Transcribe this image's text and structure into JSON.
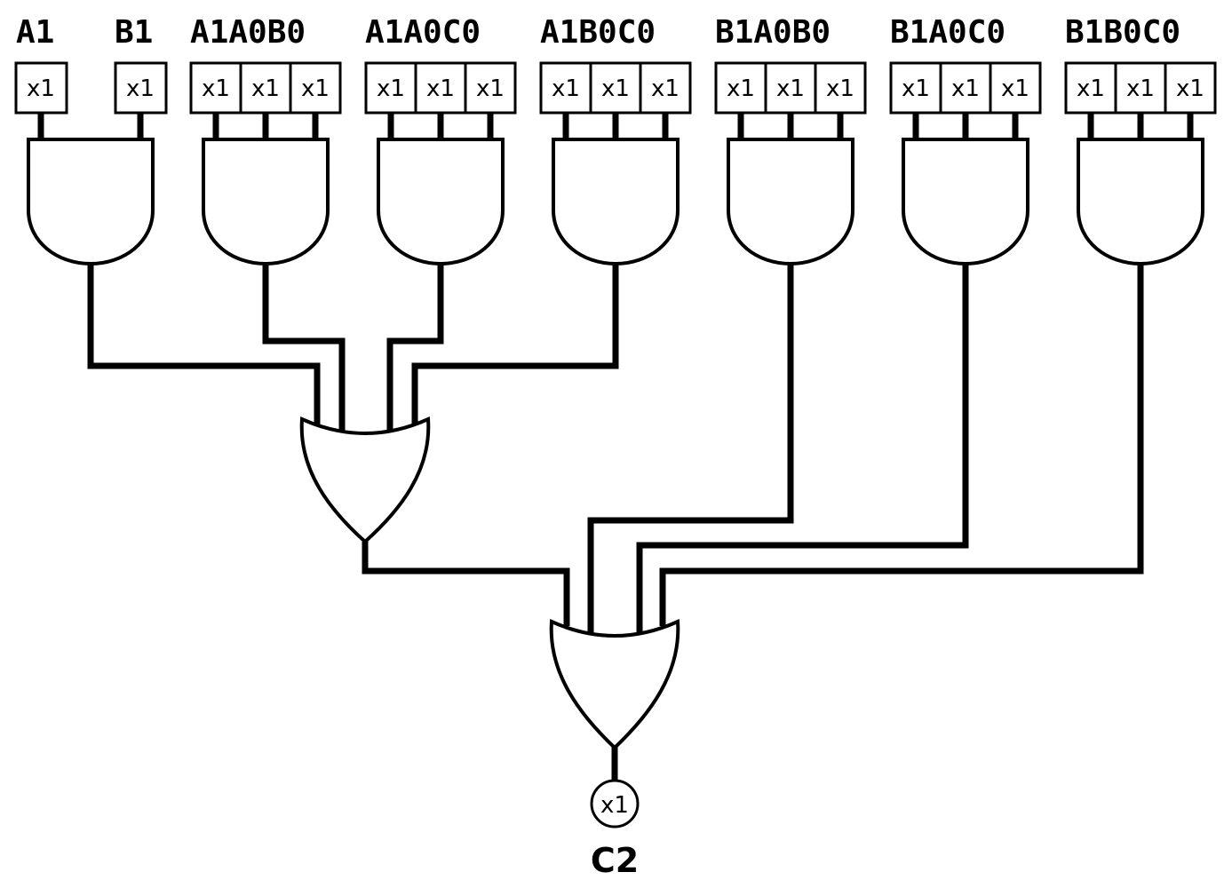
{
  "input_groups": [
    {
      "label": "A1",
      "pins": [
        "x1"
      ]
    },
    {
      "label": "B1",
      "pins": [
        "x1"
      ]
    },
    {
      "label": "A1A0B0",
      "pins": [
        "x1",
        "x1",
        "x1"
      ]
    },
    {
      "label": "A1A0C0",
      "pins": [
        "x1",
        "x1",
        "x1"
      ]
    },
    {
      "label": "A1B0C0",
      "pins": [
        "x1",
        "x1",
        "x1"
      ]
    },
    {
      "label": "B1A0B0",
      "pins": [
        "x1",
        "x1",
        "x1"
      ]
    },
    {
      "label": "B1A0C0",
      "pins": [
        "x1",
        "x1",
        "x1"
      ]
    },
    {
      "label": "B1B0C0",
      "pins": [
        "x1",
        "x1",
        "x1"
      ]
    }
  ],
  "output": {
    "label": "C2",
    "pin": "x1"
  }
}
